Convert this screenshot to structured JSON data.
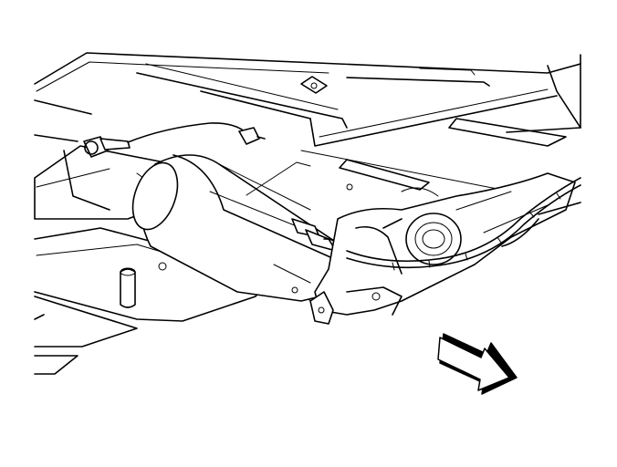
{
  "diagram": {
    "caption": "",
    "components": [
      "underbody-floor-pan",
      "exhaust-pipe",
      "catalytic-converter",
      "oxygen-sensor",
      "oxygen-sensor-wiring",
      "sensor-connector",
      "heat-shield",
      "exhaust-manifold",
      "wiring-harness",
      "front-direction-arrow"
    ],
    "palette": {
      "line": "#000000",
      "fill": "#ffffff"
    }
  }
}
